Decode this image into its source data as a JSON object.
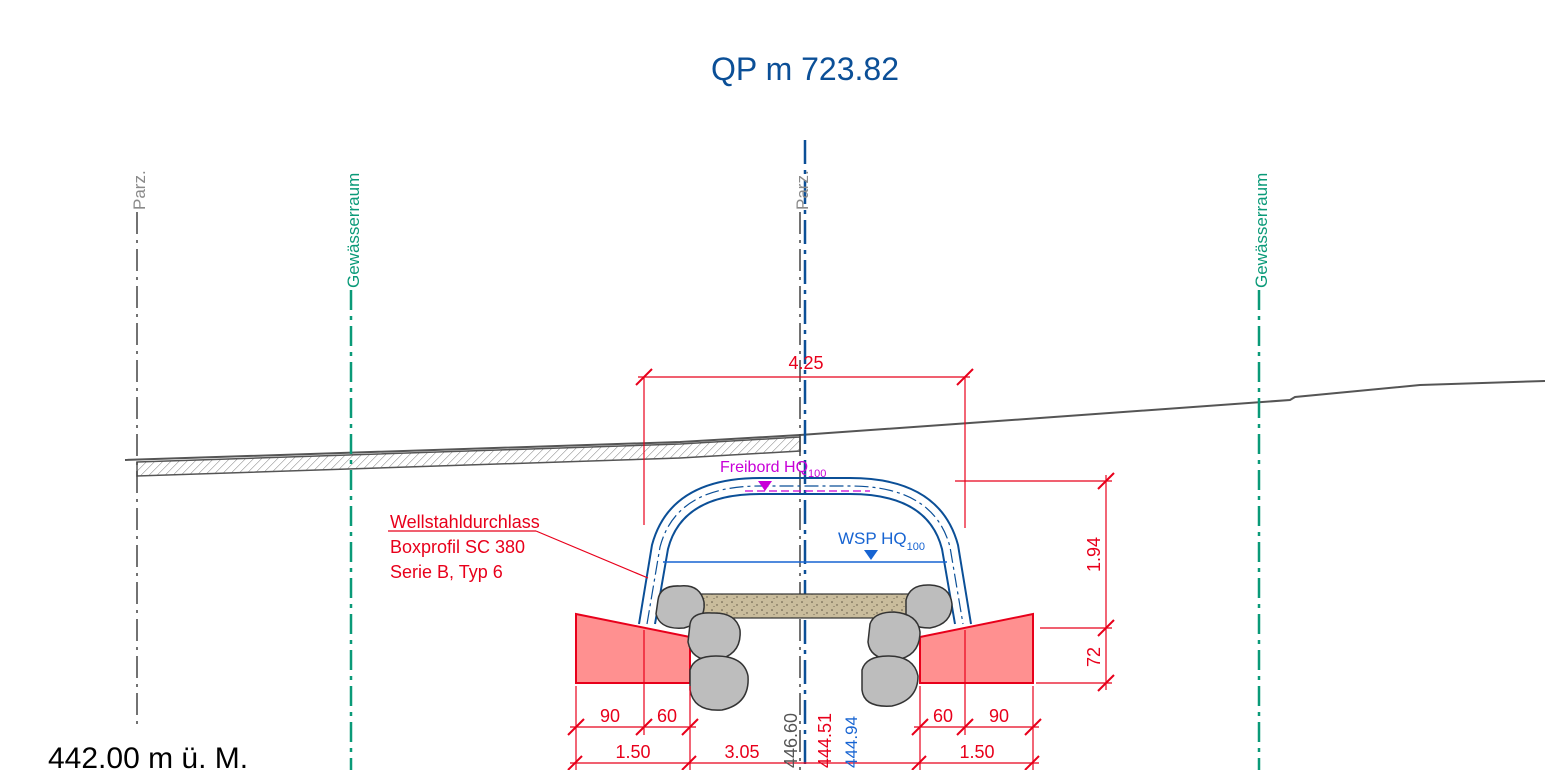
{
  "title": "QP m 723.82",
  "elevation_label": "442.00 m ü. M.",
  "vertical_lines": {
    "parz_left": "Parz.",
    "gewaesserraum_left": "Gewässerraum",
    "parz_center": "Parz.",
    "gewaesserraum_right": "Gewässerraum"
  },
  "culvert_callout": {
    "line1": "Wellstahldurchlass",
    "line2": "Boxprofil SC 380",
    "line3": "Serie B, Typ 6"
  },
  "freibord": {
    "label": "Freibord HQ",
    "subscript": "100"
  },
  "wsp": {
    "label": "WSP HQ",
    "subscript": "100"
  },
  "dimensions": {
    "top_span": "4.25",
    "height_upper": "1.94",
    "height_lower": "72",
    "left_90": "90",
    "left_60": "60",
    "right_60": "60",
    "right_90": "90",
    "left_150": "1.50",
    "center_305": "3.05",
    "right_150": "1.50"
  },
  "elevations": {
    "e1": "446.60",
    "e2": "444.51",
    "e3": "444.94"
  },
  "colors": {
    "title_blue": "#0b4f97",
    "dimension_red": "#e8001b",
    "abutment_fill": "#ff9090",
    "gewaesser_green": "#0a9a78",
    "freibord_magenta": "#c800d8",
    "water_blue": "#1764d2"
  }
}
